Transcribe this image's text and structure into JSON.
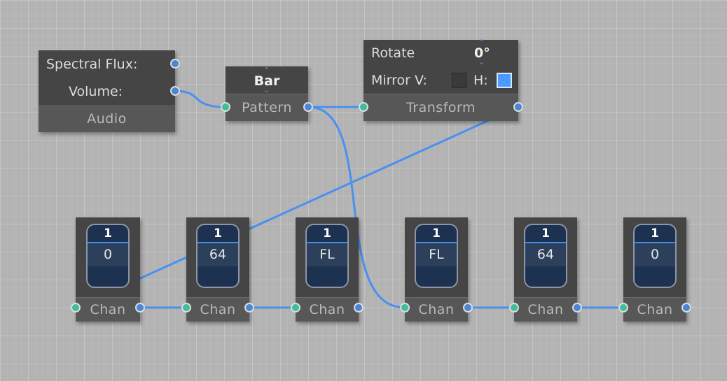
{
  "audio_node": {
    "spectral_flux_label": "Spectral Flux:",
    "volume_label": "Volume:",
    "title": "Audio"
  },
  "pattern_node": {
    "value": "Bar",
    "title": "Pattern"
  },
  "transform_node": {
    "rotate_label": "Rotate",
    "rotate_value": "0°",
    "mirror_v_label": "Mirror V:",
    "mirror_h_label": "H:",
    "mirror_v_checked": false,
    "mirror_h_checked": true,
    "title": "Transform"
  },
  "channels": [
    {
      "top": "1",
      "value": "0",
      "title": "Chan"
    },
    {
      "top": "1",
      "value": "64",
      "title": "Chan"
    },
    {
      "top": "1",
      "value": "FL",
      "title": "Chan"
    },
    {
      "top": "1",
      "value": "FL",
      "title": "Chan"
    },
    {
      "top": "1",
      "value": "64",
      "title": "Chan"
    },
    {
      "top": "1",
      "value": "0",
      "title": "Chan"
    }
  ],
  "colors": {
    "wire": "#4a90f0",
    "input_port": "#3dbf9e",
    "output_port": "#4a86d4",
    "node_body": "#454545",
    "node_footer": "#575757",
    "accent": "#4a9bff"
  }
}
